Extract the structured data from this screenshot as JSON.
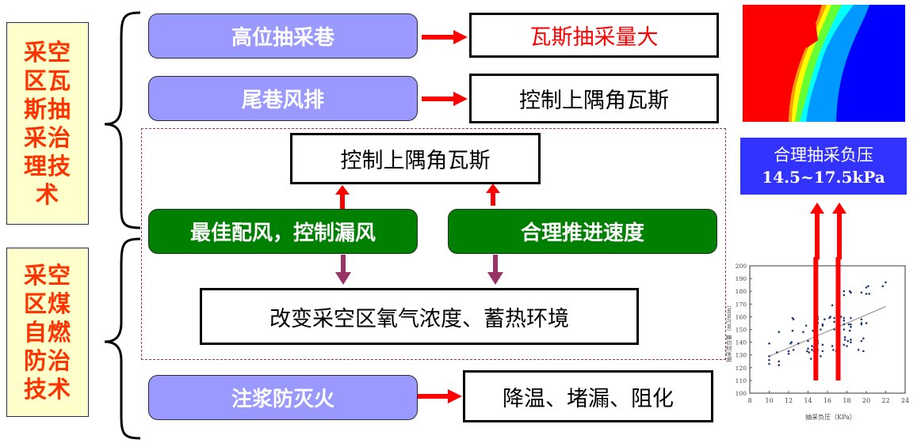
{
  "sections": [
    {
      "label": "采空区瓦斯抽采治理技术"
    },
    {
      "label": "采空区煤自燃防治技术"
    }
  ],
  "methods": {
    "high_roadway": "高位抽采巷",
    "tail_roadway": "尾巷风排",
    "grouting": "注浆防灭火",
    "best_ventilation": "最佳配风，控制漏风",
    "reasonable_speed": "合理推进速度"
  },
  "results": {
    "gas_extraction_large": "瓦斯抽采量大",
    "control_corner_gas_1": "控制上隅角瓦斯",
    "control_corner_gas_2": "控制上隅角瓦斯",
    "change_environment": "改变采空区氧气浓度、蓄热环境",
    "cooling": "降温、堵漏、阻化"
  },
  "pressure_label": {
    "title": "合理抽采负压",
    "range": "14.5~17.5kPa"
  },
  "colors": {
    "section_text": "#ff3300",
    "section_bg": "#ffffcc",
    "purple_pill": "#9999ff",
    "green_pill": "#008000",
    "arrow_red": "#ff0000",
    "arrow_purple": "#993366",
    "blue_label": "#3333ff",
    "scatter_point": "#1f3a7a"
  },
  "contour_image": {
    "description": "gas concentration contour map (red high to blue low)",
    "color_bands": [
      "#ff0000",
      "#ff6600",
      "#ffcc00",
      "#ffff00",
      "#99ff00",
      "#00ff66",
      "#00ffff",
      "#0099ff",
      "#0000ff"
    ]
  },
  "chart_data": {
    "type": "scatter",
    "title": "",
    "xlabel": "抽采负压（KPa）",
    "ylabel": "抽采混合量（m3/min）",
    "xlim": [
      8,
      24
    ],
    "ylim": [
      100,
      200
    ],
    "xticks": [
      8,
      10,
      12,
      14,
      16,
      18,
      20,
      22,
      24
    ],
    "yticks": [
      100,
      110,
      120,
      130,
      140,
      150,
      160,
      170,
      180,
      190,
      200
    ],
    "grid": false,
    "trendline": {
      "x": [
        10,
        22
      ],
      "y": [
        129,
        168
      ]
    },
    "highlight_lines_x": [
      14.8,
      17.1
    ],
    "points": [
      [
        10.0,
        139
      ],
      [
        10.0,
        129
      ],
      [
        10.0,
        126
      ],
      [
        10.0,
        123
      ],
      [
        10.8,
        132
      ],
      [
        11.0,
        148
      ],
      [
        11.0,
        125
      ],
      [
        11.0,
        122
      ],
      [
        12.0,
        133
      ],
      [
        12.0,
        131
      ],
      [
        12.2,
        139
      ],
      [
        12.3,
        140
      ],
      [
        12.4,
        149
      ],
      [
        12.4,
        159
      ],
      [
        12.5,
        158
      ],
      [
        12.5,
        134
      ],
      [
        13.0,
        139
      ],
      [
        13.5,
        148
      ],
      [
        13.8,
        153
      ],
      [
        13.9,
        133
      ],
      [
        14.0,
        141
      ],
      [
        14.0,
        135
      ],
      [
        14.1,
        132
      ],
      [
        14.3,
        127
      ],
      [
        14.4,
        137
      ],
      [
        14.4,
        134
      ],
      [
        14.5,
        149
      ],
      [
        14.6,
        136
      ],
      [
        14.6,
        133
      ],
      [
        15.0,
        160
      ],
      [
        15.0,
        158
      ],
      [
        15.0,
        155
      ],
      [
        15.0,
        141
      ],
      [
        15.0,
        139
      ],
      [
        15.0,
        134
      ],
      [
        15.3,
        150
      ],
      [
        15.3,
        129
      ],
      [
        15.5,
        154
      ],
      [
        15.5,
        153
      ],
      [
        15.5,
        138
      ],
      [
        15.5,
        133
      ],
      [
        15.7,
        158
      ],
      [
        16.2,
        159
      ],
      [
        16.3,
        160
      ],
      [
        16.5,
        169
      ],
      [
        16.5,
        137
      ],
      [
        16.6,
        134
      ],
      [
        16.7,
        159
      ],
      [
        16.7,
        156
      ],
      [
        16.7,
        150
      ],
      [
        16.9,
        133
      ],
      [
        17.2,
        159
      ],
      [
        17.2,
        155
      ],
      [
        17.4,
        160
      ],
      [
        17.7,
        180
      ],
      [
        17.7,
        177
      ],
      [
        17.7,
        159
      ],
      [
        17.7,
        157
      ],
      [
        17.7,
        154
      ],
      [
        17.7,
        150
      ],
      [
        17.8,
        144
      ],
      [
        17.8,
        142
      ],
      [
        17.7,
        138
      ],
      [
        18.0,
        137
      ],
      [
        18.1,
        141
      ],
      [
        18.2,
        154
      ],
      [
        18.3,
        149
      ],
      [
        18.3,
        180
      ],
      [
        18.4,
        179
      ],
      [
        18.4,
        179
      ],
      [
        18.4,
        159
      ],
      [
        18.4,
        154
      ],
      [
        18.4,
        152
      ],
      [
        18.4,
        142
      ],
      [
        18.4,
        140
      ],
      [
        19.2,
        134
      ],
      [
        19.5,
        179
      ],
      [
        19.5,
        158
      ],
      [
        19.5,
        155
      ],
      [
        19.5,
        154
      ],
      [
        19.5,
        141
      ],
      [
        19.7,
        143
      ],
      [
        19.7,
        133
      ],
      [
        20.0,
        183
      ],
      [
        20.0,
        178
      ],
      [
        20.0,
        155
      ],
      [
        20.2,
        184
      ],
      [
        20.3,
        178
      ],
      [
        21.7,
        184
      ],
      [
        22.0,
        187
      ]
    ]
  }
}
